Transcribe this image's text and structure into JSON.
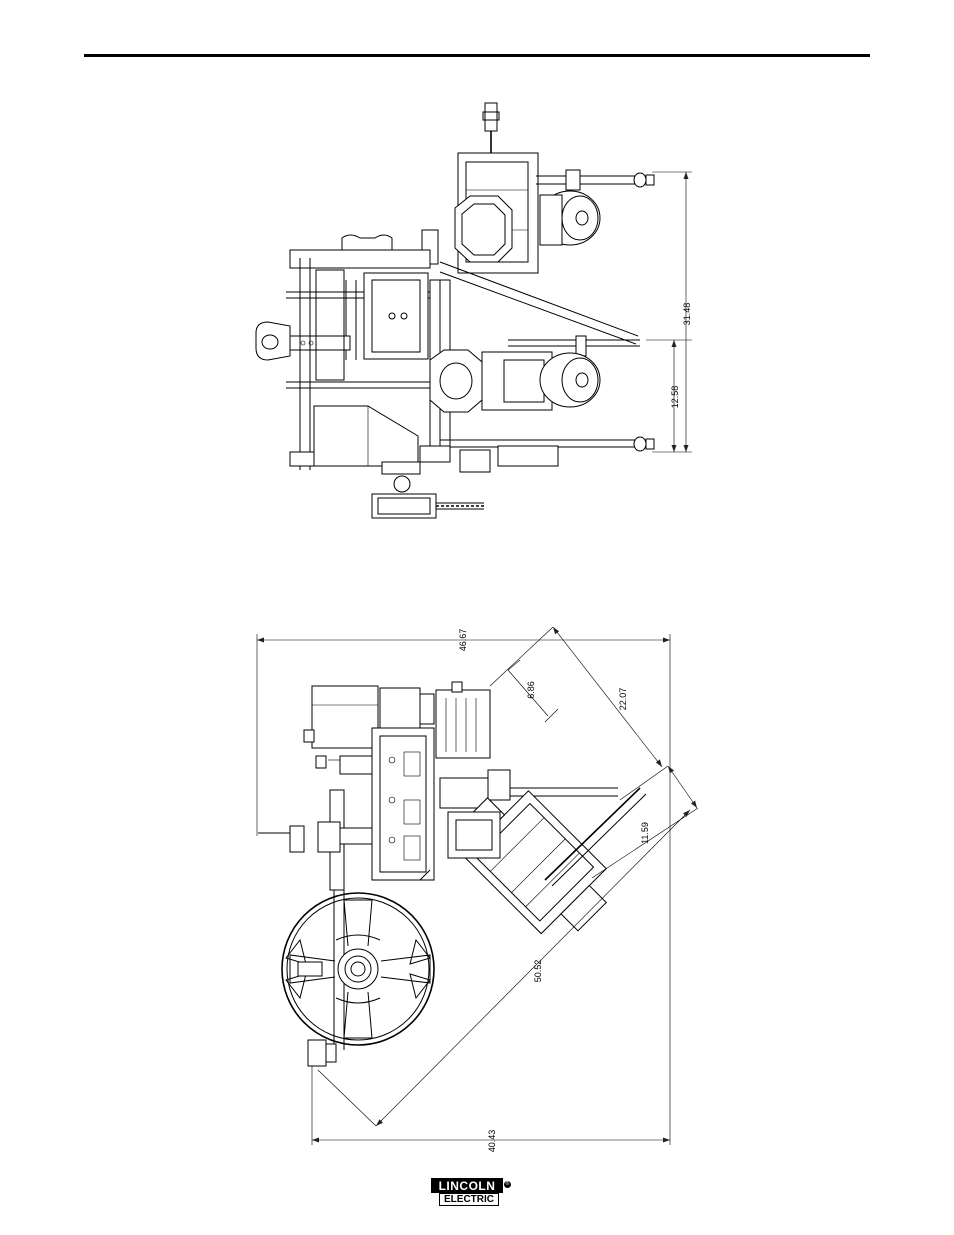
{
  "dimensions": {
    "top_view": {
      "overall_height": "31.48",
      "lower_height": "12.58"
    },
    "bottom_view": {
      "overall_width": "46.67",
      "offset_short": "6.86",
      "angled_length": "22.07",
      "angled_width": "11.59",
      "diagonal_length": "50.52",
      "base_width": "40.43"
    }
  },
  "footer": {
    "logo_line1": "LINCOLN",
    "logo_line2": "ELECTRIC",
    "logo_mark": "®"
  }
}
